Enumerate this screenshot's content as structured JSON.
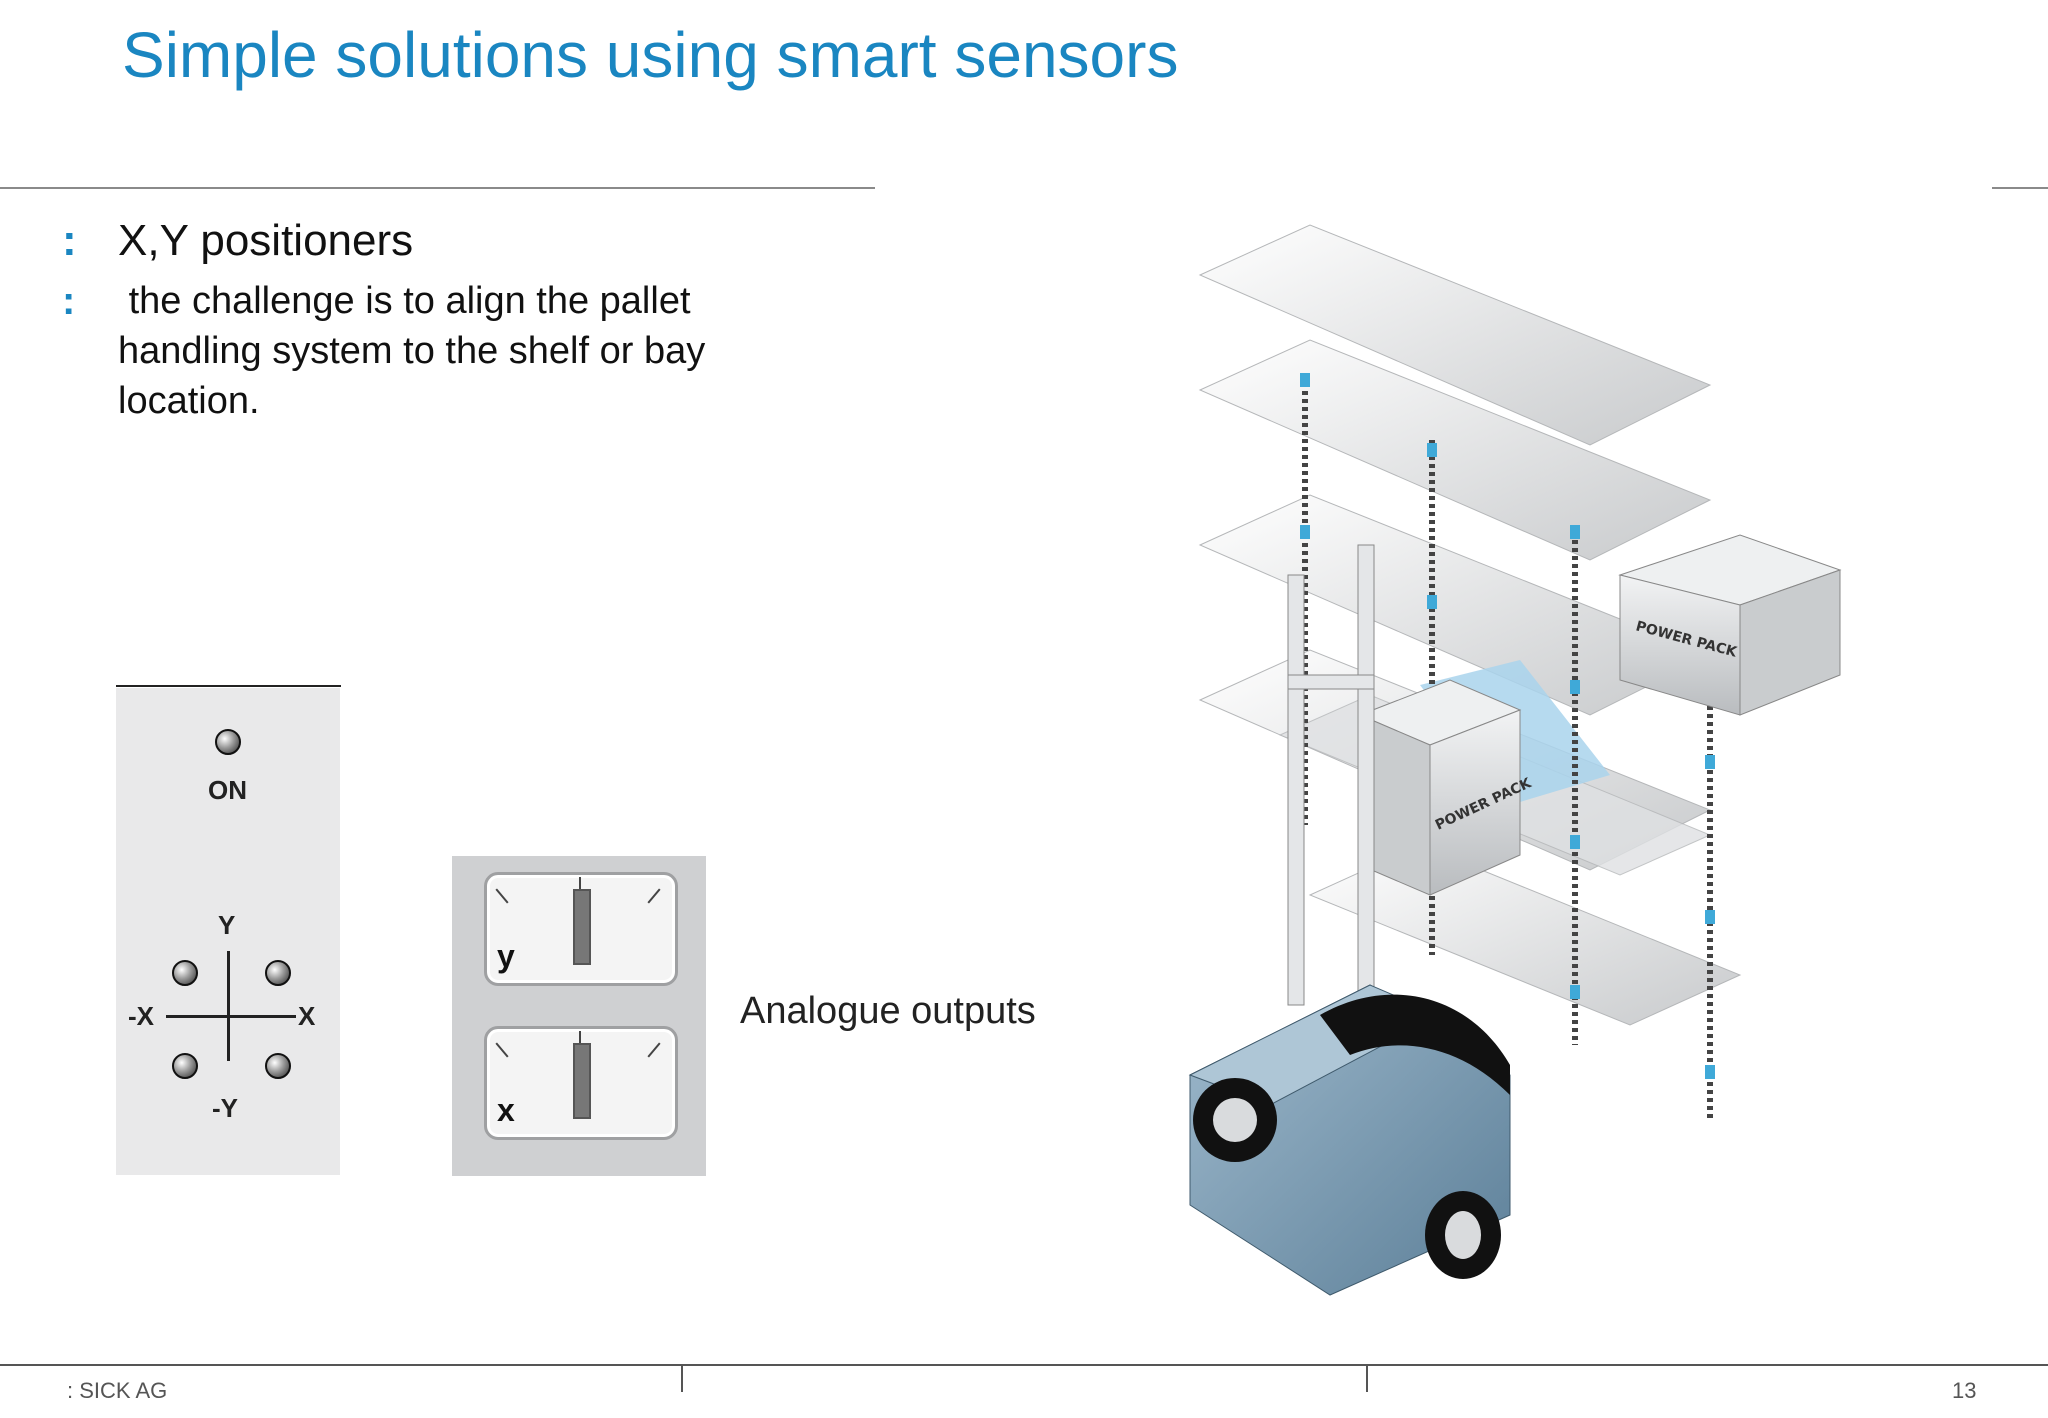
{
  "slide": {
    "title": "Simple solutions using smart sensors",
    "bullets": [
      {
        "mark": ":",
        "text": "X,Y positioners"
      },
      {
        "mark": ":",
        "text": " the challenge is to align the pallet handling system to the shelf or bay location."
      }
    ]
  },
  "panel": {
    "on_label": "ON",
    "y_label": "Y",
    "neg_y_label": "-Y",
    "x_label": "X",
    "neg_x_label": "-X"
  },
  "meters": [
    {
      "axis": "y"
    },
    {
      "axis": "x"
    }
  ],
  "analogue_label": "Analogue outputs",
  "illustration": {
    "box_label": "POWER PACK"
  },
  "footer": {
    "company": ": SICK AG",
    "page": "13"
  },
  "colors": {
    "title": "#1a86c1",
    "bullet_mark": "#1a86c1",
    "sensor": "#3fa9d8",
    "truck": "#6f94ad"
  }
}
